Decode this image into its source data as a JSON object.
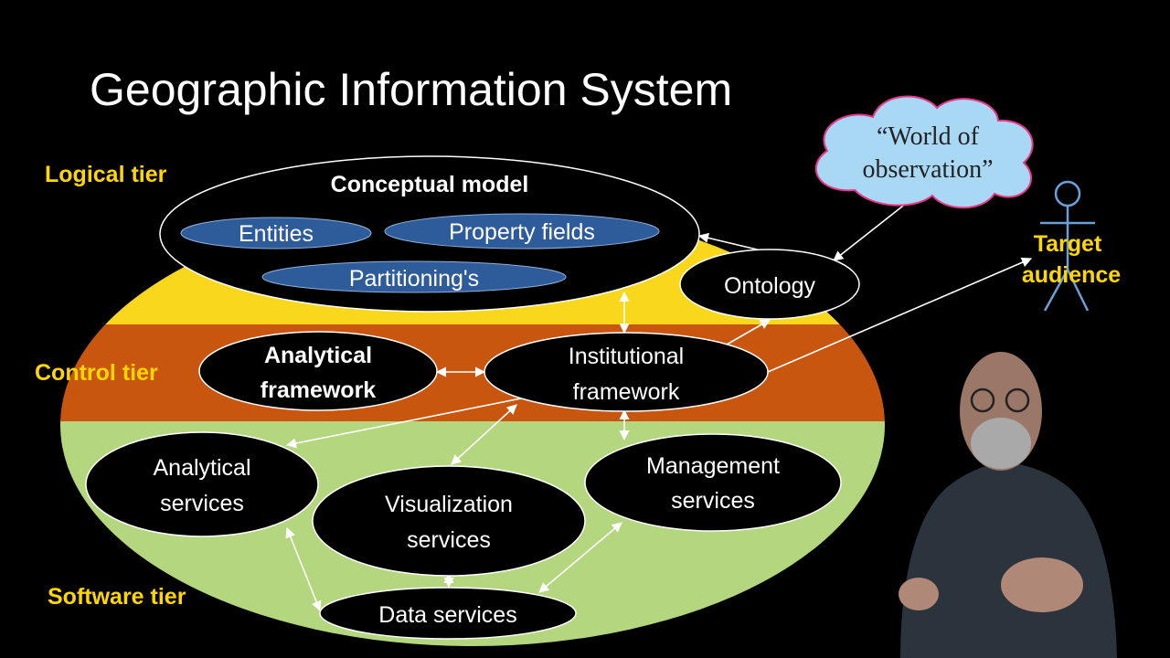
{
  "title": "Geographic Information System",
  "tiers": {
    "logical": "Logical tier",
    "control": "Control tier",
    "software": "Software tier"
  },
  "conceptual_model": {
    "title": "Conceptual model",
    "entities": "Entities",
    "property_fields": "Property fields",
    "partitionings": "Partitioning's"
  },
  "ontology": "Ontology",
  "analytical_framework": {
    "line1": "Analytical",
    "line2": "framework"
  },
  "institutional_framework": {
    "line1": "Institutional",
    "line2": "framework"
  },
  "analytical_services": {
    "line1": "Analytical",
    "line2": "services"
  },
  "visualization_services": {
    "line1": "Visualization",
    "line2": "services"
  },
  "management_services": {
    "line1": "Management",
    "line2": "services"
  },
  "data_services": "Data services",
  "cloud": {
    "line1": "“World of",
    "line2": "observation”"
  },
  "target_audience": {
    "line1": "Target",
    "line2": "audience"
  },
  "colors": {
    "logical_tier": "#f9d71c",
    "control_tier": "#c8560e",
    "software_tier": "#b4d67e",
    "tier_label": "#ffd700",
    "inner_ellipse": "#2e5b9a",
    "cloud_fill": "#a9d8f5",
    "cloud_stroke": "#e8388a",
    "stick_figure": "#6a9fd8"
  }
}
